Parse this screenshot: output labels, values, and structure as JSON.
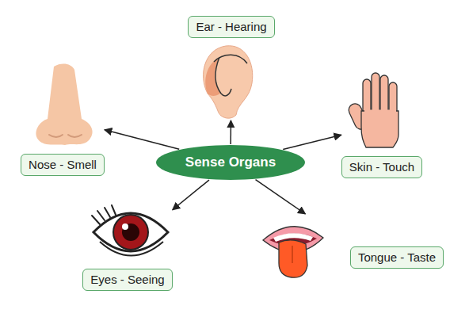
{
  "diagram": {
    "nodes": [
      {
        "text": [
          "Sense Organs"
        ]
      },
      {
        "text": [
          "Ear - Hearing"
        ]
      },
      {
        "text": [
          "Nose - Smell"
        ]
      },
      {
        "text": [
          "Skin - Touch"
        ]
      },
      {
        "text": [
          "Eyes - Seeing"
        ]
      },
      {
        "text": [
          "Tongue - Taste"
        ]
      }
    ],
    "edges": [
      {
        "from": 0,
        "to": 1,
        "arrow": "to"
      },
      {
        "from": 0,
        "to": 2,
        "arrow": "to"
      },
      {
        "from": 0,
        "to": 3,
        "arrow": "to"
      },
      {
        "from": 0,
        "to": 4,
        "arrow": "to"
      },
      {
        "from": 0,
        "to": 5,
        "arrow": "to"
      }
    ]
  }
}
